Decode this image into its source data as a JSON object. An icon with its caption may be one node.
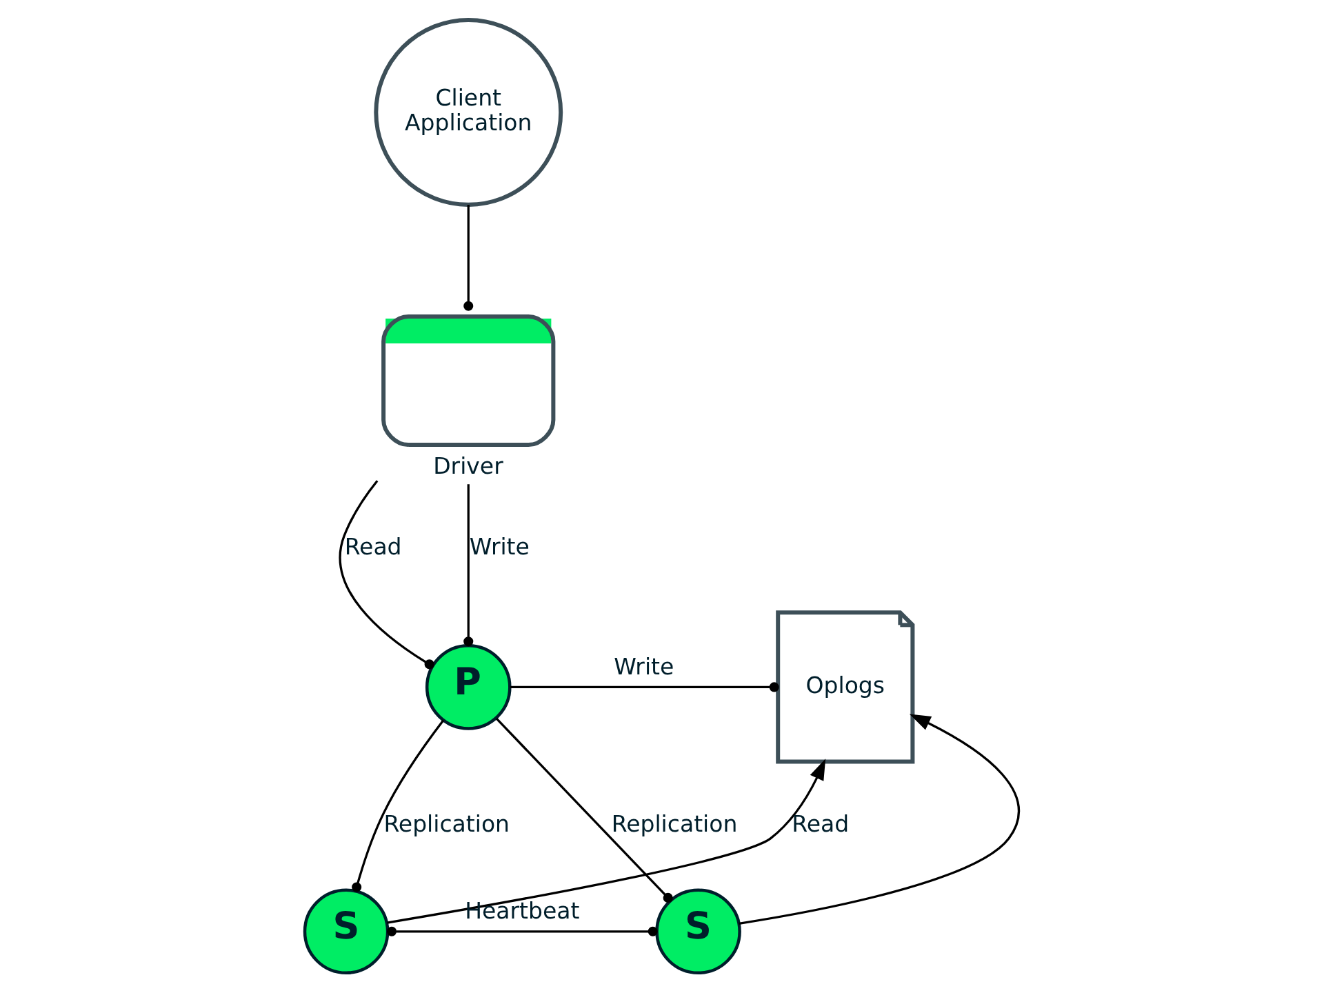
{
  "diagram": {
    "nodes": [
      {
        "text": [
          "Client Application"
        ]
      },
      {
        "text": [
          "Driver"
        ]
      },
      {
        "text": [
          "P"
        ]
      },
      {
        "text": [
          "Oplogs"
        ]
      },
      {
        "text": [
          "S"
        ]
      },
      {
        "text": [
          "S"
        ]
      }
    ],
    "edges": [
      {
        "from": 0,
        "to": 1,
        "arrow": "other"
      },
      {
        "from": 1,
        "to": 2,
        "arrow": "other",
        "label": "Read"
      },
      {
        "from": 1,
        "to": 2,
        "arrow": "other",
        "label": "Write"
      },
      {
        "from": 2,
        "to": 3,
        "arrow": "other",
        "label": "Write"
      },
      {
        "from": 2,
        "to": 4,
        "arrow": "other",
        "label": "Replication"
      },
      {
        "from": 2,
        "to": 5,
        "arrow": "other",
        "label": "Replication"
      },
      {
        "from": 4,
        "to": 5,
        "arrow": "other",
        "label": "Heartbeat"
      },
      {
        "from": 4,
        "to": 3,
        "arrow": "to",
        "label": "Read"
      },
      {
        "from": 5,
        "to": 3,
        "arrow": "to"
      }
    ]
  }
}
